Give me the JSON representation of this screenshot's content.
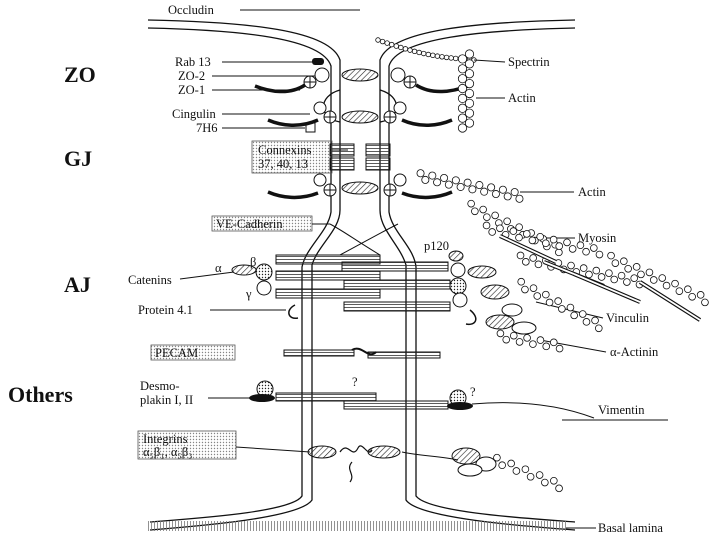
{
  "sections": {
    "zo": "ZO",
    "gj": "GJ",
    "aj": "AJ",
    "others": "Others"
  },
  "left_labels": {
    "rab13": "Rab 13",
    "zo2": "ZO-2",
    "zo1": "ZO-1",
    "cingulin": "Cingulin",
    "h7h6": "7H6",
    "catenins": "Catenins",
    "alpha": "α",
    "beta": "β",
    "gamma": "γ",
    "protein41": "Protein 4.1",
    "desmo_line1": "Desmo-",
    "desmo_line2": "plakin I, II"
  },
  "boxed_labels": {
    "connexins_line1": "Connexins",
    "connexins_line2": "37, 40, 13",
    "ve_cadherin": "VE-Cadherin",
    "pecam": "PECAM",
    "integrins_line1": "Integrins",
    "integrins_line2": "α₅β₁, α₅β₃"
  },
  "right_labels": {
    "occludin": "Occludin",
    "spectrin": "Spectrin",
    "actin_top": "Actin",
    "actin_mid": "Actin",
    "myosin": "Myosin",
    "p120": "p120",
    "vinculin": "Vinculin",
    "alpha_actinin": "α-Actinin",
    "vimentin": "Vimentin",
    "basal_lamina": "Basal lamina"
  },
  "markers": {
    "q1": "?",
    "q2": "?"
  }
}
